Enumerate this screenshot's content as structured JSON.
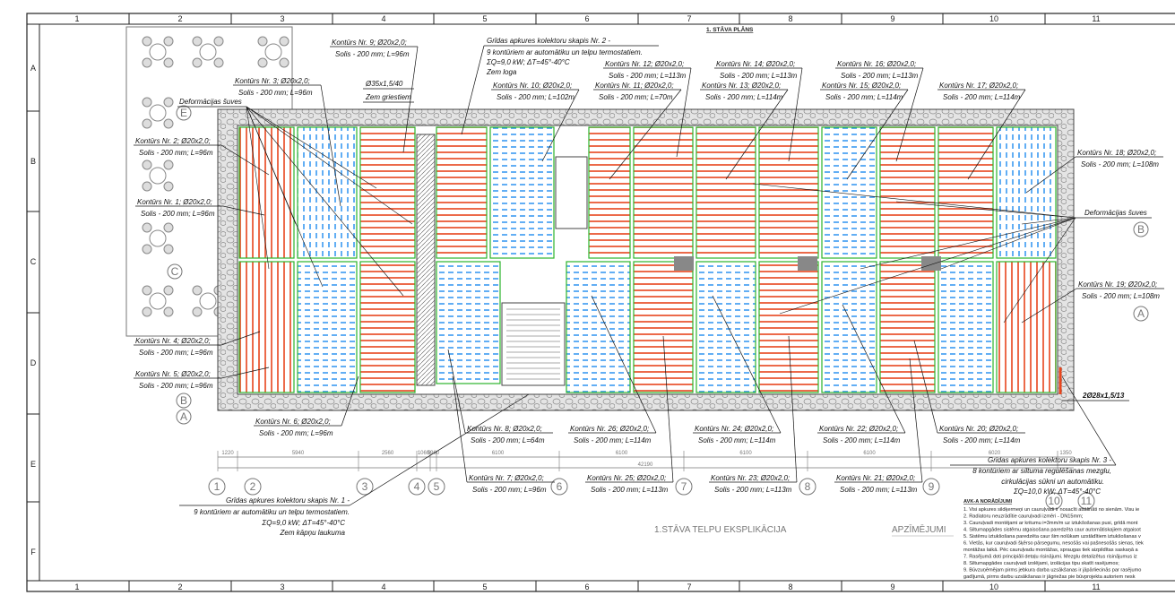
{
  "sheet": {
    "title": "1. STĀVA PLĀNS",
    "column_labels": [
      "1",
      "2",
      "3",
      "4",
      "5",
      "6",
      "7",
      "8",
      "9",
      "10",
      "11"
    ],
    "row_labels": [
      "A",
      "B",
      "C",
      "D",
      "E",
      "F"
    ],
    "explication_title": "1.STĀVA TELPU EKSPLIKĀCIJA",
    "legend_title": "APZĪMĒJUMI"
  },
  "contours": [
    {
      "name": "Kontūrs Nr. 1; Ø20x2,0;",
      "spec": "Solis - 200 mm; L=96m"
    },
    {
      "name": "Kontūrs Nr. 2; Ø20x2,0;",
      "spec": "Solis - 200 mm; L=96m"
    },
    {
      "name": "Kontūrs Nr. 3; Ø20x2,0;",
      "spec": "Solis - 200 mm; L=96m"
    },
    {
      "name": "Kontūrs Nr. 4; Ø20x2,0;",
      "spec": "Solis - 200 mm; L=96m"
    },
    {
      "name": "Kontūrs Nr. 5; Ø20x2,0;",
      "spec": "Solis - 200 mm; L=96m"
    },
    {
      "name": "Kontūrs Nr. 6; Ø20x2,0;",
      "spec": "Solis - 200 mm; L=96m"
    },
    {
      "name": "Kontūrs Nr. 7; Ø20x2,0;",
      "spec": "Solis - 200 mm; L=96m"
    },
    {
      "name": "Kontūrs Nr. 8; Ø20x2,0;",
      "spec": "Solis - 200 mm; L=64m"
    },
    {
      "name": "Kontūrs Nr. 9; Ø20x2,0;",
      "spec": "Solis - 200 mm; L=96m"
    },
    {
      "name": "Kontūrs Nr. 10; Ø20x2,0;",
      "spec": "Solis - 200 mm; L=102m"
    },
    {
      "name": "Kontūrs Nr. 11; Ø20x2,0;",
      "spec": "Solis - 200 mm; L=70m"
    },
    {
      "name": "Kontūrs Nr. 12; Ø20x2,0;",
      "spec": "Solis - 200 mm; L=113m"
    },
    {
      "name": "Kontūrs Nr. 13; Ø20x2,0;",
      "spec": "Solis - 200 mm; L=114m"
    },
    {
      "name": "Kontūrs Nr. 14; Ø20x2,0;",
      "spec": "Solis - 200 mm; L=113m"
    },
    {
      "name": "Kontūrs Nr. 15; Ø20x2,0;",
      "spec": "Solis - 200 mm; L=114m"
    },
    {
      "name": "Kontūrs Nr. 16; Ø20x2,0;",
      "spec": "Solis - 200 mm; L=113m"
    },
    {
      "name": "Kontūrs Nr. 17; Ø20x2,0;",
      "spec": "Solis - 200 mm; L=114m"
    },
    {
      "name": "Kontūrs Nr. 18; Ø20x2,0;",
      "spec": "Solis - 200 mm; L=108m"
    },
    {
      "name": "Kontūrs Nr. 19; Ø20x2,0;",
      "spec": "Solis - 200 mm; L=108m"
    },
    {
      "name": "Kontūrs Nr. 20; Ø20x2,0;",
      "spec": "Solis - 200 mm; L=114m"
    },
    {
      "name": "Kontūrs Nr. 21; Ø20x2,0;",
      "spec": "Solis - 200 mm; L=113m"
    },
    {
      "name": "Kontūrs Nr. 22; Ø20x2,0;",
      "spec": "Solis - 200 mm; L=114m"
    },
    {
      "name": "Kontūrs Nr. 23; Ø20x2,0;",
      "spec": "Solis - 200 mm; L=113m"
    },
    {
      "name": "Kontūrs Nr. 24; Ø20x2,0;",
      "spec": "Solis - 200 mm; L=114m"
    },
    {
      "name": "Kontūrs Nr. 25; Ø20x2,0;",
      "spec": "Solis - 200 mm; L=113m"
    },
    {
      "name": "Kontūrs Nr. 26; Ø20x2,0;",
      "spec": "Solis - 200 mm; L=114m"
    }
  ],
  "collectors": {
    "c1": [
      "Grīdas apkures kolektoru skapis Nr. 1 -",
      "9 kontūriem ar automātiku un telpu termostatiem.",
      "ΣQ=9,0 kW; ΔT=45°-40°C",
      "Zem kāpņu laukuma"
    ],
    "c2": [
      "Grīdas apkures kolektoru skapis Nr. 2 -",
      "9 kontūriem ar automātiku un telpu termostatiem.",
      "ΣQ=9,0 kW; ΔT=45°-40°C",
      "Zem loga"
    ],
    "c3": [
      "Grīdas apkures kolektoru skapis Nr. 3 -",
      "8 kontūriem ar siltuma regulēšanas mezglu,",
      "cirkulācijas sūkni un automātiku.",
      "ΣQ=10,0 kW; ΔT=45°-40°C"
    ]
  },
  "annotations": {
    "pipe_main": "Ø35x1,5/40",
    "pipe_main_note": "Zem griestiem",
    "deformation_joints": "Deformācijas šuves",
    "pipe_riser": "2Ø28x1,5/13"
  },
  "dimensions": [
    "1220",
    "5940",
    "2560",
    "1060",
    "5960",
    "6100",
    "6100",
    "6100",
    "6100",
    "6020",
    "1350",
    "42190"
  ],
  "axes": {
    "bottom": [
      "1",
      "2",
      "3",
      "4",
      "5",
      "6",
      "7",
      "8",
      "9",
      "10",
      "11"
    ],
    "left": [
      "E",
      "C",
      "B",
      "A"
    ],
    "right": [
      "B",
      "A"
    ]
  },
  "notes": {
    "title": "AVK-A NORĀDĪJUMI",
    "items": [
      "1.   Visi apkures sildķermeņi un cauruļvadi ir nosacīti attālināti no sienām. Visu ie",
      "2.   Radiatoru neuzrādītie cauruļvadi izmēri - DN15mm;",
      "3.   Cauruļvadi montējami ar kritumu i=3mm/m uz iztukšošanas pusi, grīdā mont",
      "4.   Siltumapgādes sistēmu atgaisošana paredzēta caur automātiskajiem atgaisot",
      "5.   Sistēmu iztukšošana paredzēta caur šim nolūkam uzstādītiem iztukšošanas v",
      "6.   Vietās, kur cauruļvadi šķērso pārsegumu, nesošās vai pašnesošās sienas, tiek",
      "       montāžas laikā. Pēc cauruļvadu montāžas, spraugas tiek aizpildītas saskaņā a",
      "7.   Rasējumā doti principiāli detaļu risinājumi. Mezglu detalizētus risinājumus iz",
      "8.   Siltumapgādes cauruļvadi izolējami, izolācijas tipu skatīt rasējumos;",
      "9.   Būvzuņēmējam pirms jebkura darba uzsākšanas ir jāpārliecinās par rasējumo",
      "       gadījumā, pirms darbu uzsākšanas ir jāgriežas pie būvprojekta autoriem nesk"
    ]
  },
  "colors": {
    "supply": "#e8451c",
    "return": "#1e8cf0",
    "zone": "#2bb52b",
    "wall": "#9a9a9a"
  }
}
